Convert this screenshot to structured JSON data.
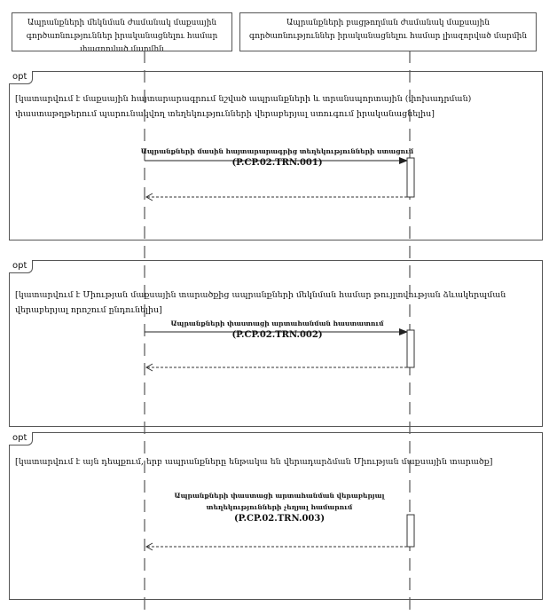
{
  "participants": [
    {
      "label": "Ապրանքների մեկնման ժամանակ մաքսային գործառնություններ իրականացնելու համար լիազորված մարմին"
    },
    {
      "label": "Ապրանքների բացթողման ժամանակ մաքսային գործառնություններ իրականացնելու համար լիազորված մարմին"
    }
  ],
  "fragments": [
    {
      "operator": "opt",
      "guard": "[կատարվում է մաքսային հայտարարագրում նշված ապրանքների և տրանսպորտային (փոխադրման) փաստաթղթերում պարունակվող տեղեկությունների վերաբերյալ ստուգում իրականացնելիս]",
      "message": "Ապրանքների մասին հայտարարագրից տեղեկությունների ստացում",
      "code": "(P.CP.02.TRN.001)"
    },
    {
      "operator": "opt",
      "guard": "[կատարվում է Միության մաքսային տարածքից ապրանքների մեկնման համար թույլտվության ձևակերպման վերաբերյալ որոշում ընդունելիս]",
      "message": "Ապրանքների փաստացի արտահանման հաստատում",
      "code": "(P.CP.02.TRN.002)"
    },
    {
      "operator": "opt",
      "guard": "[կատարվում է այն դեպքում, երբ ապրանքները ենթակա են վերադարձման Միության մաքսային տարածք]",
      "message": "Ապրանքների փաստացի արտահանման վերաբերյալ տեղեկությունների չեղյալ համարում",
      "code": "(P.CP.02.TRN.003)"
    }
  ]
}
